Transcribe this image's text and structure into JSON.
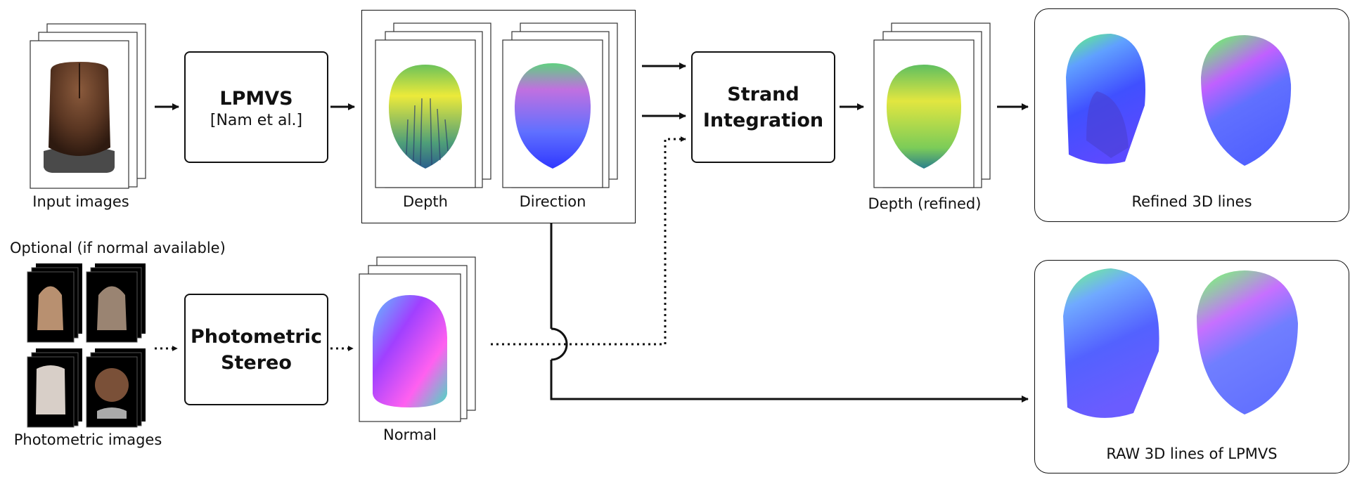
{
  "labels": {
    "input_images": "Input images",
    "optional": "Optional (if normal available)",
    "photometric_images": "Photometric images",
    "depth": "Depth",
    "direction": "Direction",
    "normal": "Normal",
    "depth_refined": "Depth (refined)",
    "refined_3d": "Refined 3D lines",
    "raw_3d": "RAW 3D lines of LPMVS"
  },
  "boxes": {
    "lpmvs_title": "LPMVS",
    "lpmvs_cite": "[Nam et al.]",
    "photometric_line1": "Photometric",
    "photometric_line2": "Stereo",
    "strand_line1": "Strand",
    "strand_line2": "Integration"
  },
  "colors": {
    "depth_map": [
      "#ecea3a",
      "#6cc25a",
      "#2b7d8c",
      "#3b3f8c"
    ],
    "direction_map": [
      "#c060e0",
      "#7080ff",
      "#3040ff",
      "#50d080"
    ],
    "normal_map": [
      "#ff70ff",
      "#a040ff",
      "#4060ff",
      "#60e0c0"
    ],
    "lines_3d": [
      "#60ff70",
      "#60a0ff",
      "#3a40ff",
      "#c060ff"
    ]
  }
}
